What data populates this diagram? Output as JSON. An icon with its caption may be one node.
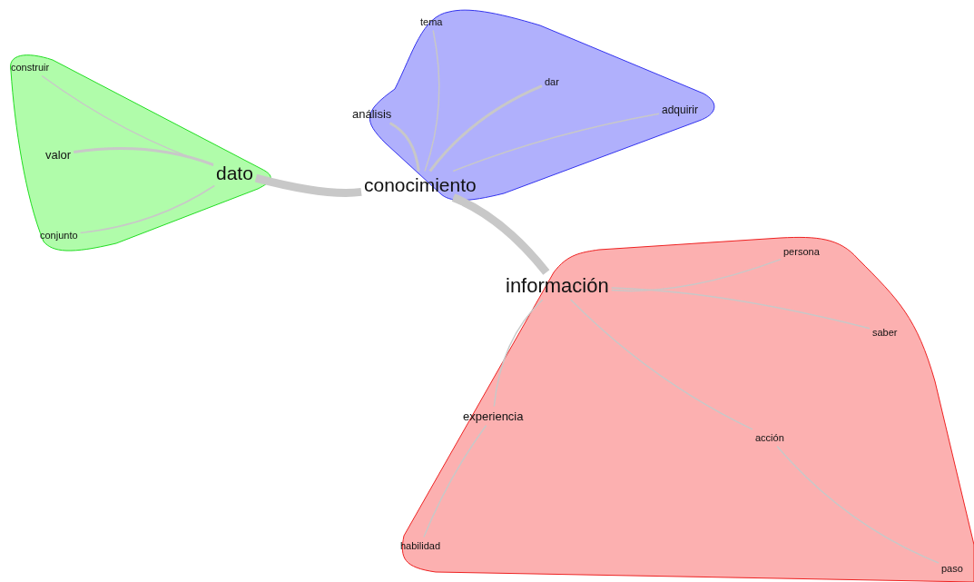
{
  "diagram": {
    "nodes": [
      {
        "text": [],
        "shape": "polygon"
      },
      {
        "text": [
          "construir"
        ],
        "in": 0
      },
      {
        "text": [
          "valor"
        ],
        "in": 0
      },
      {
        "text": [
          "dato"
        ],
        "in": 0
      },
      {
        "text": [
          "conjunto"
        ],
        "in": 0
      },
      {
        "text": [],
        "shape": "polygon"
      },
      {
        "text": [
          "tema"
        ],
        "in": 5
      },
      {
        "text": [
          "dar"
        ],
        "in": 5
      },
      {
        "text": [
          "análisis"
        ],
        "in": 5
      },
      {
        "text": [
          "adquirir"
        ],
        "in": 5
      },
      {
        "text": [
          "conocimiento"
        ],
        "in": 5
      },
      {
        "text": [],
        "shape": "polygon"
      },
      {
        "text": [
          "persona"
        ],
        "in": 11
      },
      {
        "text": [
          "información"
        ],
        "in": 11
      },
      {
        "text": [
          "saber"
        ],
        "in": 11
      },
      {
        "text": [
          "experiencia"
        ],
        "in": 11
      },
      {
        "text": [
          "acción"
        ],
        "in": 11
      },
      {
        "text": [
          "habilidad"
        ],
        "in": 11
      },
      {
        "text": [
          "paso"
        ],
        "in": 11
      }
    ],
    "edges": [
      {
        "from": 3,
        "to": 1,
        "arrow": "none"
      },
      {
        "from": 3,
        "to": 2,
        "arrow": "none"
      },
      {
        "from": 3,
        "to": 4,
        "arrow": "none"
      },
      {
        "from": 3,
        "to": 10,
        "arrow": "none",
        "style": "thick"
      },
      {
        "from": 10,
        "to": 6,
        "arrow": "none"
      },
      {
        "from": 10,
        "to": 8,
        "arrow": "none"
      },
      {
        "from": 10,
        "to": 7,
        "arrow": "none"
      },
      {
        "from": 10,
        "to": 9,
        "arrow": "none"
      },
      {
        "from": 10,
        "to": 13,
        "arrow": "none",
        "style": "thick"
      },
      {
        "from": 13,
        "to": 12,
        "arrow": "none"
      },
      {
        "from": 13,
        "to": 14,
        "arrow": "none"
      },
      {
        "from": 13,
        "to": 15,
        "arrow": "none"
      },
      {
        "from": 13,
        "to": 16,
        "arrow": "none"
      },
      {
        "from": 15,
        "to": 17,
        "arrow": "none"
      },
      {
        "from": 16,
        "to": 18,
        "arrow": "none"
      }
    ]
  }
}
